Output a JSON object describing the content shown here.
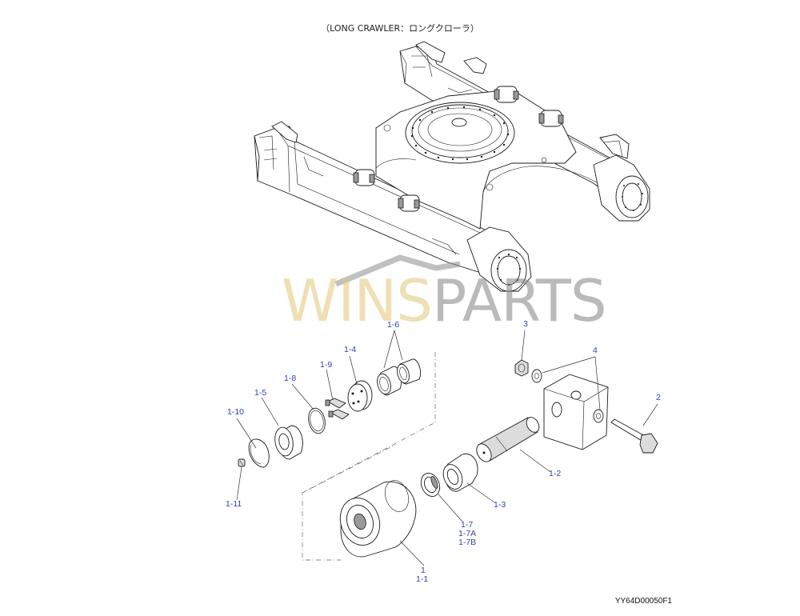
{
  "diagram": {
    "title": "（LONG CRAWLER：ロングクローラ）",
    "code": "YY64D00050F1",
    "watermark": {
      "part1": "WINS",
      "part2": "PARTS"
    },
    "labels": {
      "p1": "1",
      "p1_1": "1-1",
      "p1_2": "1-2",
      "p1_3": "1-3",
      "p1_4": "1-4",
      "p1_5": "1-5",
      "p1_6": "1-6",
      "p1_7": "1-7",
      "p1_7a": "1-7A",
      "p1_7b": "1-7B",
      "p1_8": "1-8",
      "p1_9": "1-9",
      "p1_10": "1-10",
      "p1_11": "1-11",
      "p2": "2",
      "p3": "3",
      "p4": "4"
    }
  }
}
